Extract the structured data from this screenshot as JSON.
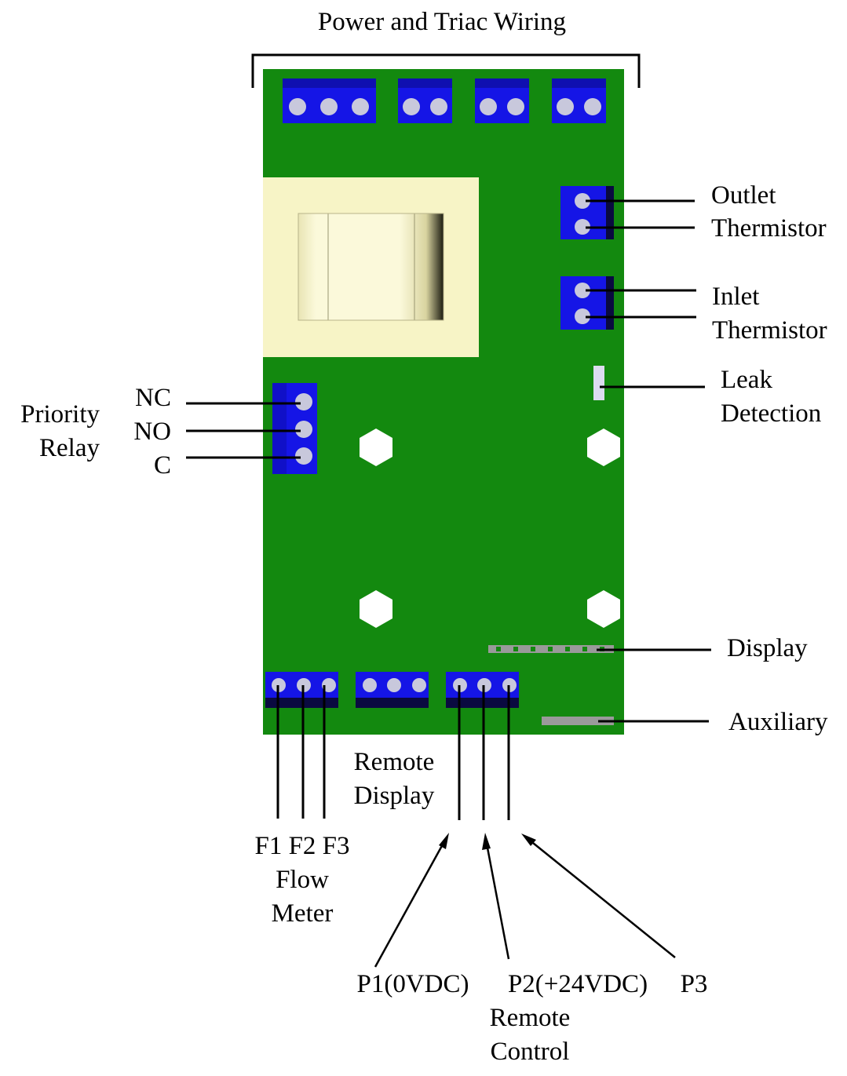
{
  "title": "Power and Triac Wiring",
  "labels": {
    "outlet_thermistor": [
      "Outlet",
      "Thermistor"
    ],
    "inlet_thermistor": [
      "Inlet",
      "Thermistor"
    ],
    "leak_detection": [
      "Leak",
      "Detection"
    ],
    "priority_relay": [
      "Priority",
      "Relay"
    ],
    "relay_pins": [
      "NC",
      "NO",
      "C"
    ],
    "display": "Display",
    "auxiliary": "Auxiliary",
    "remote_display": [
      "Remote",
      "Display"
    ],
    "flow_meter_pins": "F1 F2 F3",
    "flow_meter": [
      "Flow",
      "Meter"
    ],
    "p1": "P1(0VDC)",
    "p2": "P2(+24VDC)",
    "p3": "P3",
    "remote_control": [
      "Remote",
      "Control"
    ]
  },
  "colors": {
    "board": "#13890f",
    "terminal": "#1515e6",
    "terminal_dark": "#0a0a6e",
    "terminal_hole": "#c8c8dc",
    "transformer_frame": "#f7f4c6",
    "transformer_core": "#fbf9da",
    "connector_strip": "#9a9a9a"
  }
}
